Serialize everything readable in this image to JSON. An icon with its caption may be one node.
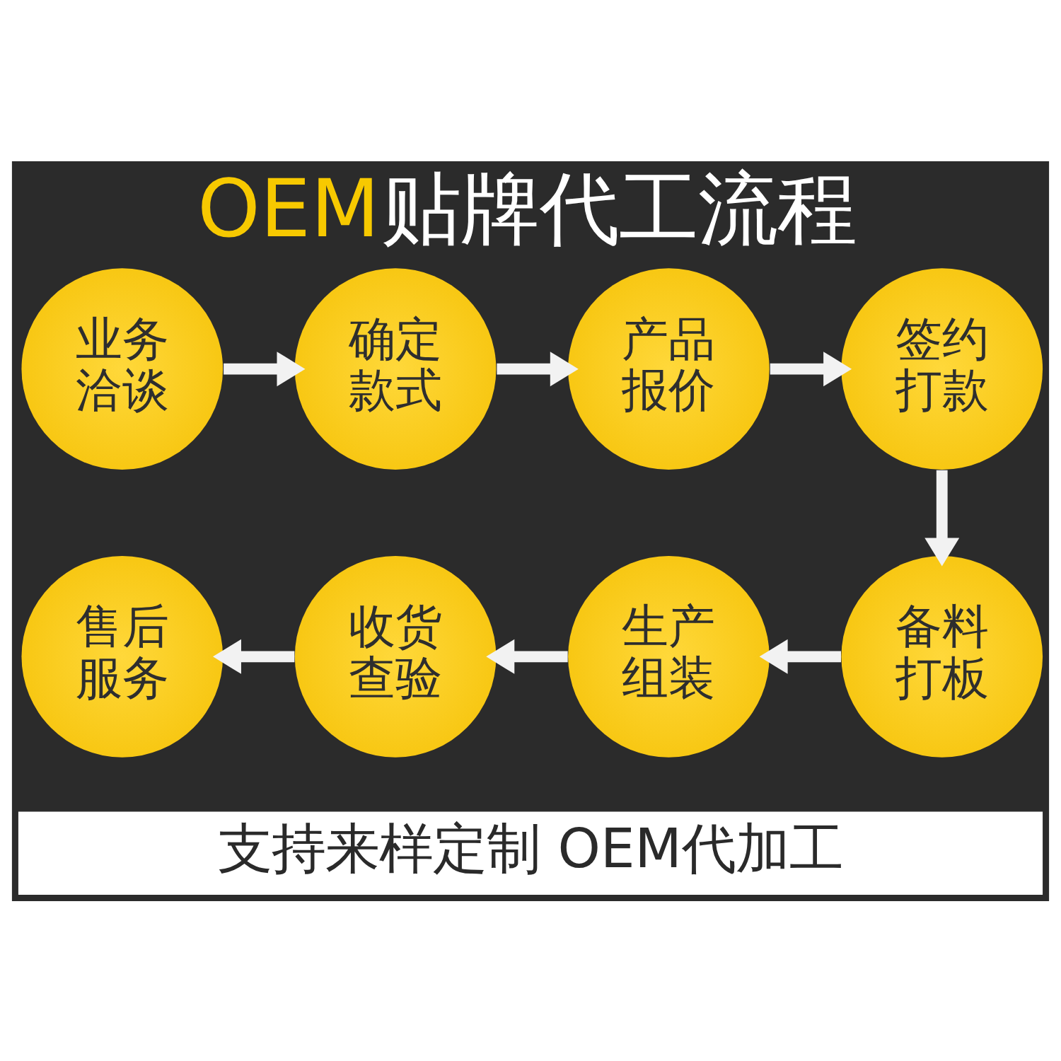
{
  "diagram": {
    "title": "OEM贴牌代工流程",
    "nodes": [
      {
        "text": [
          "业务洽谈"
        ]
      },
      {
        "text": [
          "确定款式"
        ]
      },
      {
        "text": [
          "产品报价"
        ]
      },
      {
        "text": [
          "签约打款"
        ]
      },
      {
        "text": [
          "备料打板"
        ]
      },
      {
        "text": [
          "生产组装"
        ]
      },
      {
        "text": [
          "收货查验"
        ]
      },
      {
        "text": [
          "售后服务"
        ]
      },
      {
        "text": [
          "支持来样定制 OEM代加工"
        ]
      }
    ],
    "edges": [
      {
        "from": 0,
        "to": 1,
        "arrow": "to"
      },
      {
        "from": 1,
        "to": 2,
        "arrow": "to"
      },
      {
        "from": 2,
        "to": 3,
        "arrow": "to"
      },
      {
        "from": 3,
        "to": 4,
        "arrow": "to"
      },
      {
        "from": 4,
        "to": 5,
        "arrow": "to"
      },
      {
        "from": 5,
        "to": 6,
        "arrow": "to"
      },
      {
        "from": 6,
        "to": 7,
        "arrow": "to"
      }
    ]
  }
}
